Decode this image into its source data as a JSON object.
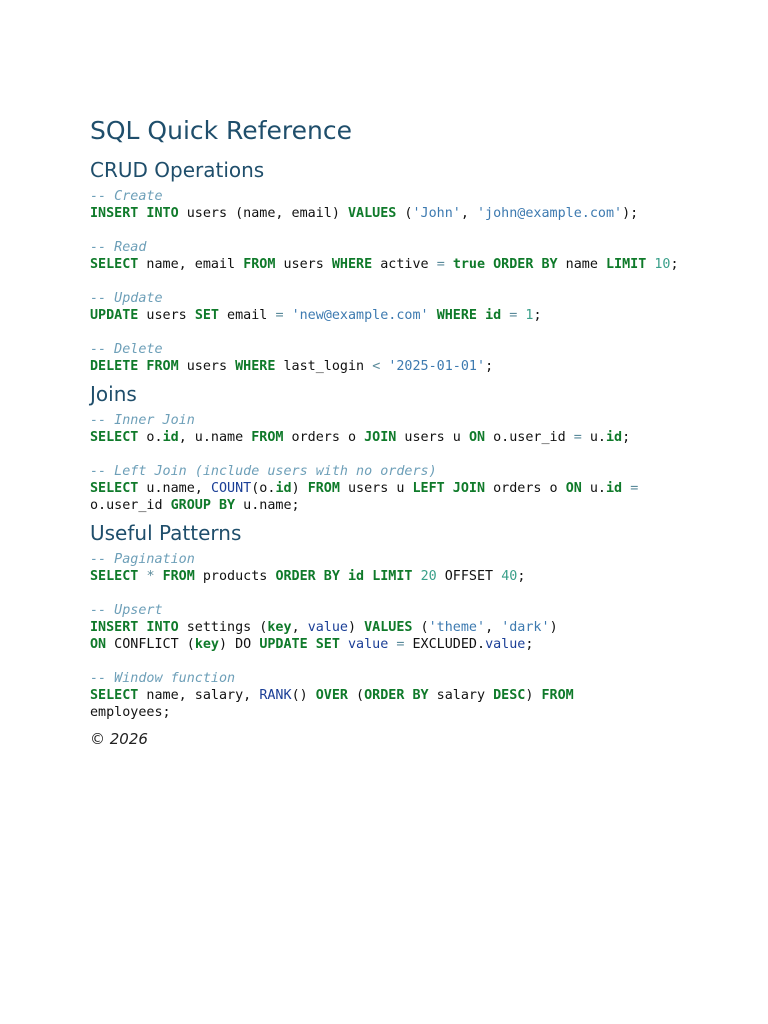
{
  "title": "SQL Quick Reference",
  "sections": {
    "crud": {
      "heading": "CRUD Operations",
      "create": {
        "comment": "-- Create",
        "k1": "INSERT INTO",
        "t1": " users (name, email) ",
        "k2": "VALUES",
        "t2": " (",
        "s1": "'John'",
        "t3": ", ",
        "s2": "'john@example.com'",
        "t4": ");"
      },
      "read": {
        "comment": "-- Read",
        "k1": "SELECT",
        "t1": " name, email ",
        "k2": "FROM",
        "t2": " users ",
        "k3": "WHERE",
        "t3": " active ",
        "o1": "=",
        "t4": " ",
        "k4": "true",
        "t5": " ",
        "k5": "ORDER BY",
        "t6": " name ",
        "k6": "LIMIT",
        "t7": " ",
        "n1": "10",
        "t8": ";"
      },
      "update": {
        "comment": "-- Update",
        "k1": "UPDATE",
        "t1": " users ",
        "k2": "SET",
        "t2": " email ",
        "o1": "=",
        "t3": " ",
        "s1": "'new@example.com'",
        "t4": " ",
        "k3": "WHERE",
        "t5": " ",
        "k4": "id",
        "t6": " ",
        "o2": "=",
        "t7": " ",
        "n1": "1",
        "t8": ";"
      },
      "delete": {
        "comment": "-- Delete",
        "k1": "DELETE FROM",
        "t1": " users ",
        "k2": "WHERE",
        "t2": " last_login ",
        "o1": "<",
        "t3": " ",
        "s1": "'2025-01-01'",
        "t4": ";"
      }
    },
    "joins": {
      "heading": "Joins",
      "inner": {
        "comment": "-- Inner Join",
        "k1": "SELECT",
        "t1": " o.",
        "k2": "id",
        "t2": ", u.name ",
        "k3": "FROM",
        "t3": " orders o ",
        "k4": "JOIN",
        "t4": " users u ",
        "k5": "ON",
        "t5": " o.user_id ",
        "o1": "=",
        "t6": " u.",
        "k6": "id",
        "t7": ";"
      },
      "left": {
        "comment": "-- Left Join (include users with no orders)",
        "k1": "SELECT",
        "t1": " u.name, ",
        "f1": "COUNT",
        "t2": "(o.",
        "k2": "id",
        "t3": ") ",
        "k3": "FROM",
        "t4": " users u ",
        "k4": "LEFT JOIN",
        "t5": " orders o ",
        "k5": "ON",
        "t6": " u.",
        "k6": "id",
        "t7": " ",
        "o1": "=",
        "t8": " o.user_id ",
        "k7": "GROUP BY",
        "t9": " u.name;"
      }
    },
    "patterns": {
      "heading": "Useful Patterns",
      "pagination": {
        "comment": "-- Pagination",
        "k1": "SELECT",
        "t1": " ",
        "o1": "*",
        "t2": " ",
        "k2": "FROM",
        "t3": " products ",
        "k3": "ORDER BY",
        "t4": " ",
        "k4": "id",
        "t5": " ",
        "k5": "LIMIT",
        "t6": " ",
        "n1": "20",
        "t7": " OFFSET ",
        "n2": "40",
        "t8": ";"
      },
      "upsert": {
        "comment": "-- Upsert",
        "k1": "INSERT INTO",
        "t1": " settings (",
        "k2": "key",
        "t2": ", ",
        "f1": "value",
        "t3": ") ",
        "k3": "VALUES",
        "t4": " (",
        "s1": "'theme'",
        "t5": ", ",
        "s2": "'dark'",
        "t6": ")",
        "k4": "ON",
        "t7": " CONFLICT (",
        "k5": "key",
        "t8": ") DO ",
        "k6": "UPDATE",
        "t9": " ",
        "k7": "SET",
        "t10": " ",
        "f2": "value",
        "t11": " ",
        "o1": "=",
        "t12": " EXCLUDED.",
        "f3": "value",
        "t13": ";"
      },
      "window": {
        "comment": "-- Window function",
        "k1": "SELECT",
        "t1": " name, salary, ",
        "f1": "RANK",
        "t2": "() ",
        "k2": "OVER",
        "t3": " (",
        "k3": "ORDER BY",
        "t4": " salary ",
        "k4": "DESC",
        "t5": ") ",
        "k5": "FROM",
        "t6": " employees;"
      }
    }
  },
  "footer": "© 2026",
  "colors": {
    "heading": "#1f4e6b",
    "keyword": "#0f7a2a",
    "comment": "#6d9fb8",
    "string": "#3d7ab0",
    "number": "#3aa08a",
    "function": "#1a3e96"
  }
}
